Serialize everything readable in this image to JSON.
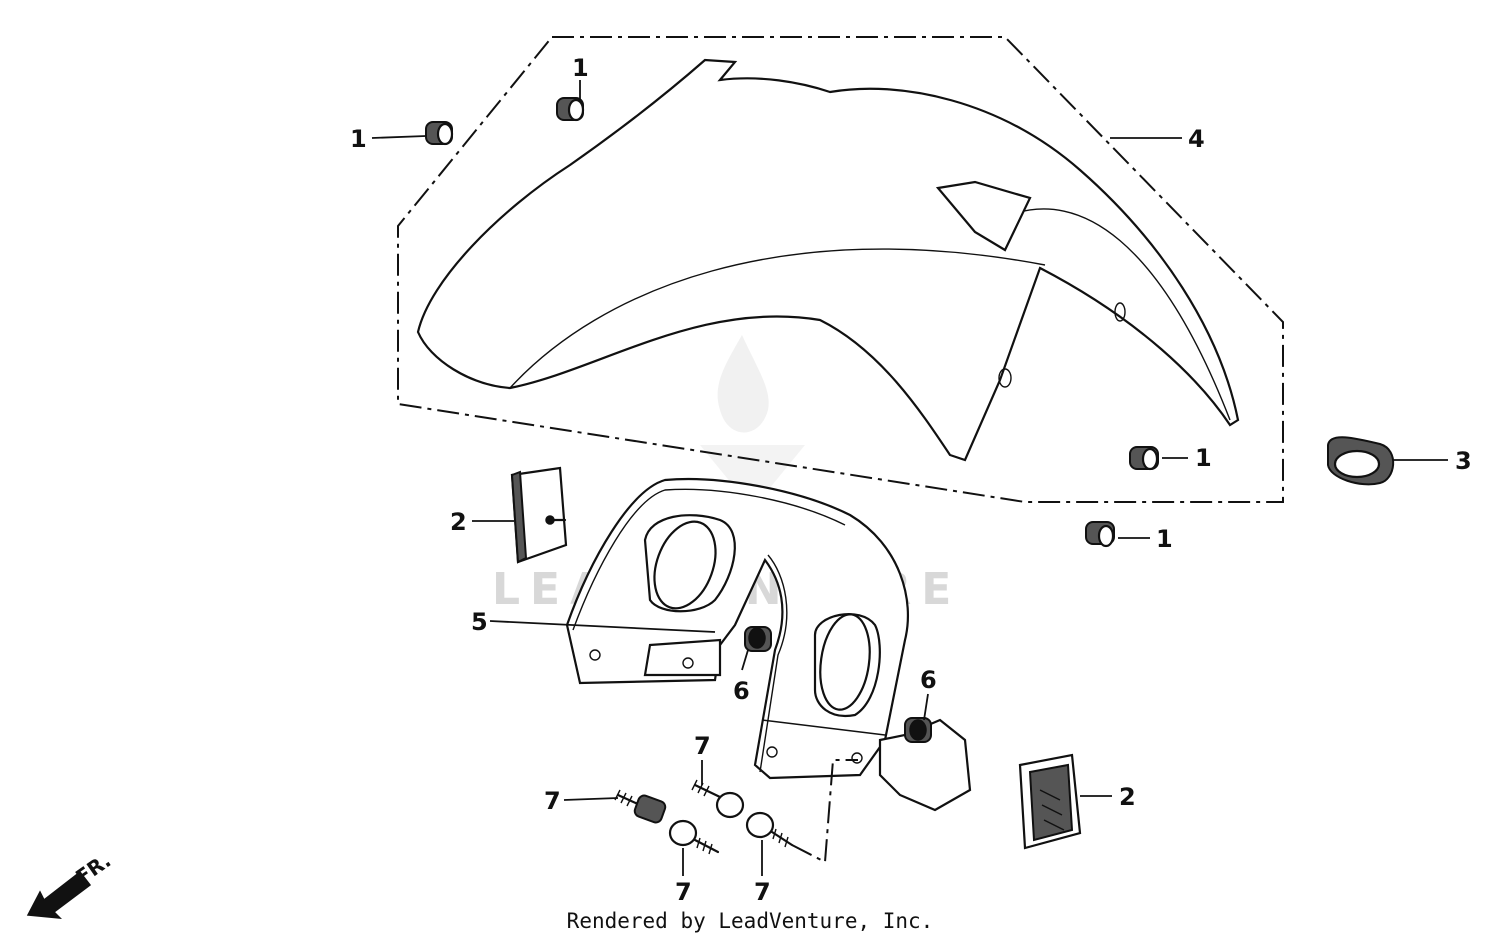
{
  "callouts": [
    {
      "label": "1"
    },
    {
      "label": "1"
    },
    {
      "label": "1"
    },
    {
      "label": "1"
    },
    {
      "label": "2"
    },
    {
      "label": "2"
    },
    {
      "label": "3"
    },
    {
      "label": "4"
    },
    {
      "label": "5"
    },
    {
      "label": "6"
    },
    {
      "label": "6"
    },
    {
      "label": "7"
    },
    {
      "label": "7"
    },
    {
      "label": "7"
    },
    {
      "label": "7"
    }
  ],
  "watermark": "LEADVENTURE",
  "direction_label": "FR.",
  "footer": "Rendered by LeadVenture, Inc."
}
